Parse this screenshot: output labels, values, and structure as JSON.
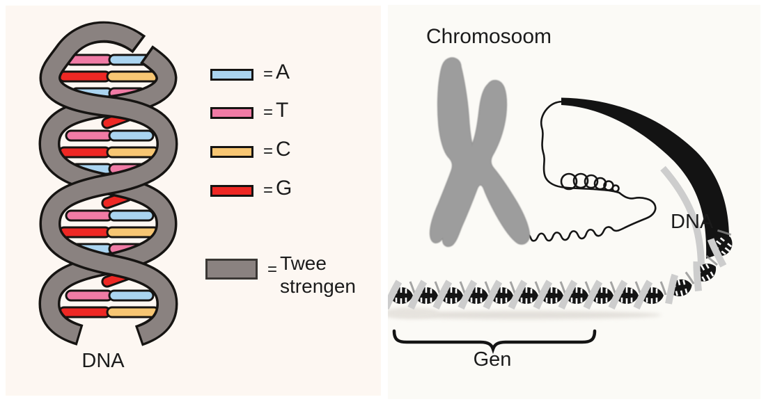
{
  "colors": {
    "panel_left_bg": "#fdf7f2",
    "panel_right_bg": "#fbfaf6",
    "outline_black": "#161412",
    "strand_gray": "#8a8280",
    "base_a_blue": "#aad4f0",
    "base_t_pink": "#f07ba5",
    "base_c_yellow": "#f7c673",
    "base_g_red": "#ee2824",
    "chromosome_gray": "#9d9d9d",
    "helix_dark": "#141414",
    "helix_light": "#cdcdcd"
  },
  "left_panel": {
    "label": "DNA",
    "legend": {
      "equals": "=",
      "items": [
        {
          "label": "A",
          "color": "#aad4f0"
        },
        {
          "label": "T",
          "color": "#f07ba5"
        },
        {
          "label": "C",
          "color": "#f7c673"
        },
        {
          "label": "G",
          "color": "#ee2824"
        }
      ],
      "strands_item": {
        "label": "Twee strengen",
        "color": "#8a8280"
      }
    }
  },
  "right_panel": {
    "title": "Chromosoom",
    "dna_label": "DNA",
    "gene_label": "Gen"
  }
}
